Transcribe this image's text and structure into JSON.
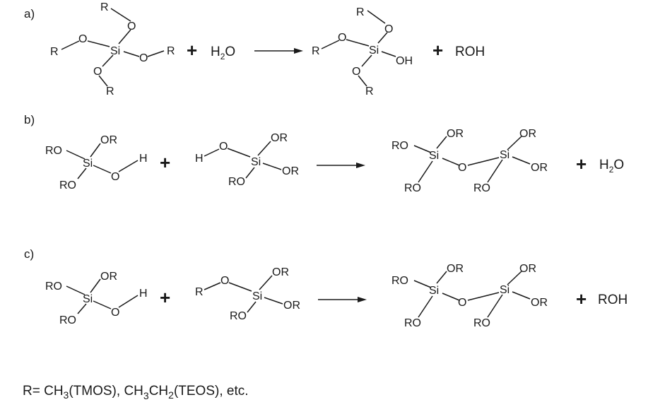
{
  "panels": {
    "a": "a)",
    "b": "b)",
    "c": "c)"
  },
  "atoms": {
    "R": "R",
    "O": "O",
    "Si": "Si",
    "OR": "OR",
    "RO": "RO",
    "H": "H",
    "OH": "OH"
  },
  "reaction_a": {
    "plus": "+",
    "water_h": "H",
    "water_sub": "2",
    "water_o": "O",
    "plus2": "+",
    "product_alcohol": "ROH"
  },
  "reaction_b": {
    "plus": "+",
    "plus2": "+",
    "water_h": "H",
    "water_sub": "2",
    "water_o": "O"
  },
  "reaction_c": {
    "plus": "+",
    "plus2": "+",
    "product_alcohol": "ROH"
  },
  "legend": {
    "prefix": "R= CH",
    "sub1": "3",
    "mid1": "(TMOS), CH",
    "sub2": "3",
    "mid2": "CH",
    "sub3": "2",
    "suffix": "(TEOS), etc."
  }
}
